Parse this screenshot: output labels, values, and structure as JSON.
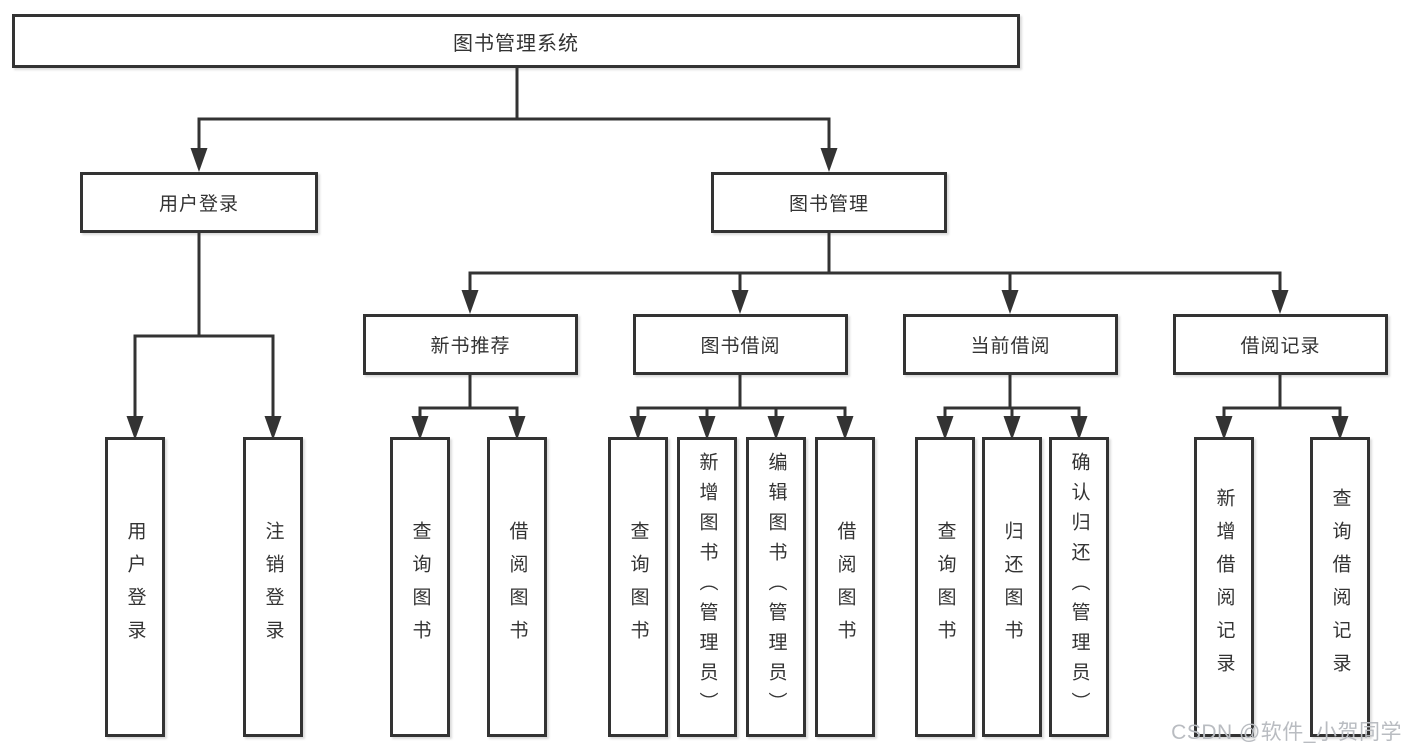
{
  "diagram": {
    "root": {
      "label": "图书管理系统"
    },
    "level2": [
      {
        "label": "用户登录"
      },
      {
        "label": "图书管理"
      }
    ],
    "level3": [
      {
        "label": "新书推荐"
      },
      {
        "label": "图书借阅"
      },
      {
        "label": "当前借阅"
      },
      {
        "label": "借阅记录"
      }
    ],
    "leaves": {
      "login": [
        "用户登录",
        "注销登录"
      ],
      "recommend": [
        "查询图书",
        "借阅图书"
      ],
      "borrow": [
        "查询图书",
        "新增图书（管理员）",
        "编辑图书（管理员）",
        "借阅图书"
      ],
      "current": [
        "查询图书",
        "归还图书",
        "确认归还（管理员）"
      ],
      "records": [
        "新增借阅记录",
        "查询借阅记录"
      ]
    }
  },
  "watermark": {
    "text": "CSDN @软件_小贺同学",
    "color": "#b9bcc1"
  },
  "colors": {
    "line": "#333333",
    "box_border": "#333333",
    "text": "#333333",
    "background": "#ffffff"
  }
}
